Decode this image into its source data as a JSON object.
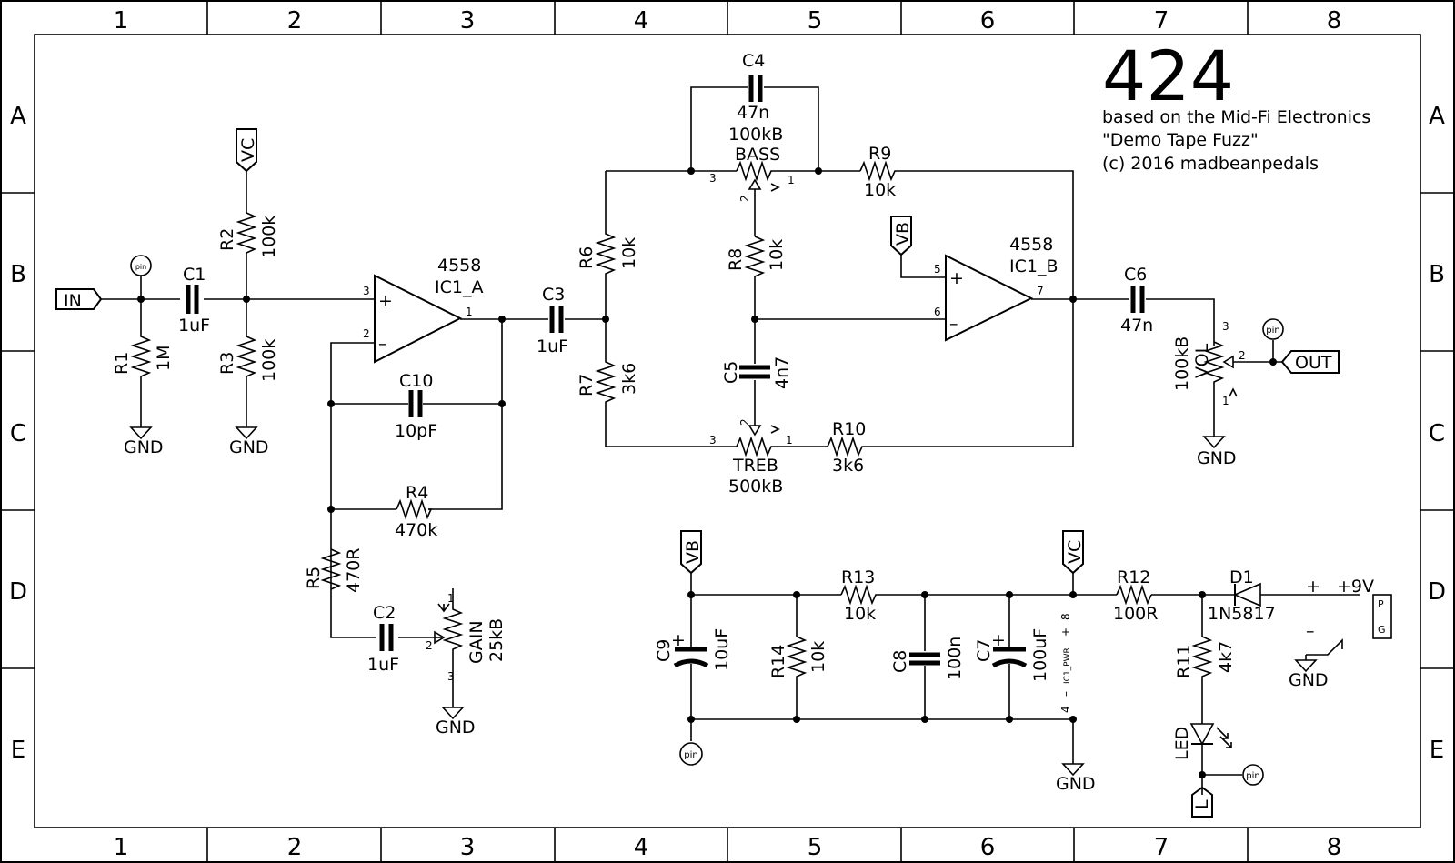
{
  "frame": {
    "columns": [
      "1",
      "2",
      "3",
      "4",
      "5",
      "6",
      "7",
      "8"
    ],
    "rows": [
      "A",
      "B",
      "C",
      "D",
      "E"
    ]
  },
  "title_block": {
    "number": "424",
    "line1": "based on the Mid-Fi Electronics",
    "line2": "\"Demo Tape Fuzz\"",
    "line3": "(c) 2016 madbeanpedals"
  },
  "components": {
    "C1": {
      "name": "C1",
      "value": "1uF"
    },
    "C2": {
      "name": "C2",
      "value": "1uF"
    },
    "C3": {
      "name": "C3",
      "value": "1uF"
    },
    "C4": {
      "name": "C4",
      "value": "47n"
    },
    "C5": {
      "name": "C5",
      "value": "4n7"
    },
    "C6": {
      "name": "C6",
      "value": "47n"
    },
    "C7": {
      "name": "C7",
      "value": "100uF"
    },
    "C8": {
      "name": "C8",
      "value": "100n"
    },
    "C9": {
      "name": "C9",
      "value": "10uF"
    },
    "C10": {
      "name": "C10",
      "value": "10pF"
    },
    "R1": {
      "name": "R1",
      "value": "1M"
    },
    "R2": {
      "name": "R2",
      "value": "100k"
    },
    "R3": {
      "name": "R3",
      "value": "100k"
    },
    "R4": {
      "name": "R4",
      "value": "470k"
    },
    "R5": {
      "name": "R5",
      "value": "470R"
    },
    "R6": {
      "name": "R6",
      "value": "10k"
    },
    "R7": {
      "name": "R7",
      "value": "3k6"
    },
    "R8": {
      "name": "R8",
      "value": "10k"
    },
    "R9": {
      "name": "R9",
      "value": "10k"
    },
    "R10": {
      "name": "R10",
      "value": "3k6"
    },
    "R11": {
      "name": "R11",
      "value": "4k7"
    },
    "R12": {
      "name": "R12",
      "value": "100R"
    },
    "R13": {
      "name": "R13",
      "value": "10k"
    },
    "R14": {
      "name": "R14",
      "value": "10k"
    },
    "D1": {
      "name": "D1",
      "value": "1N5817"
    },
    "LED": {
      "name": "LED"
    },
    "BASS": {
      "name": "BASS",
      "value": "100kB"
    },
    "TREB": {
      "name": "TREB",
      "value": "500kB"
    },
    "GAIN": {
      "name": "GAIN",
      "value": "25kB"
    },
    "VOL": {
      "name": "VOL",
      "value": "100kB"
    },
    "IC1A": {
      "part": "4558",
      "name": "IC1_A"
    },
    "IC1B": {
      "part": "4558",
      "name": "IC1_B"
    },
    "IC1PWR": {
      "name": "IC1_PWR"
    }
  },
  "nets": {
    "in": "IN",
    "out": "OUT",
    "gnd": "GND",
    "vc": "VC",
    "vb": "VB",
    "led": "L",
    "pin": "pin",
    "supply": "+9V",
    "plus": "+",
    "minus": "–",
    "jack_p": "P",
    "jack_g": "G"
  },
  "pin_numbers": [
    "1",
    "2",
    "3",
    "4",
    "5",
    "6",
    "7",
    "8"
  ]
}
